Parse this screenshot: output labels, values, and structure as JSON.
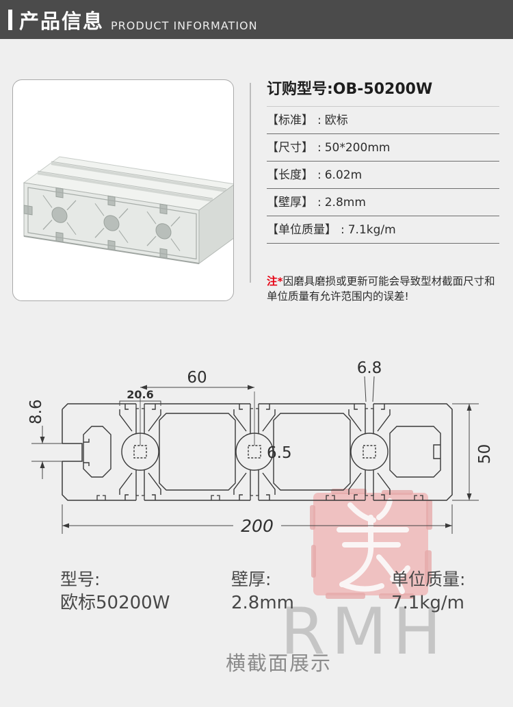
{
  "header": {
    "title_cn": "产品信息",
    "title_en": "PRODUCT INFORMATION"
  },
  "product": {
    "order_model": "订购型号:OB-50200W",
    "colon": ":",
    "specs": [
      {
        "label": "【标准】",
        "value": "欧标"
      },
      {
        "label": "【尺寸】",
        "value": "50*200mm"
      },
      {
        "label": "【长度】",
        "value": "6.02m"
      },
      {
        "label": "【壁厚】",
        "value": "2.8mm"
      },
      {
        "label": "【单位质量】",
        "value": "7.1kg/m"
      }
    ],
    "note_prefix": "注*",
    "note_body": "因磨具磨损或更新可能会导致型材截面尺寸和单位质量有允许范围内的误差!"
  },
  "drawing": {
    "dims": {
      "pitch": "60",
      "top_cavity": "20.6",
      "side_slot": "8.6",
      "top_slot": "6.8",
      "bore": "6.5",
      "height": "50",
      "width": "200"
    },
    "caption": "横截面展示"
  },
  "summary": {
    "cols": [
      {
        "label": "型号:",
        "value": "欧标50200W"
      },
      {
        "label": "壁厚:",
        "value": "2.8mm"
      },
      {
        "label": "单位质量:",
        "value": "7.1kg/m"
      }
    ]
  },
  "watermark": {
    "brand": "RMH"
  },
  "colors": {
    "header_bg": "#4b4b4b",
    "note_red": "#e60012",
    "seal_pink": "#f0bebe",
    "line_dark": "#3a3a3a",
    "page_bg": "#efefef"
  }
}
